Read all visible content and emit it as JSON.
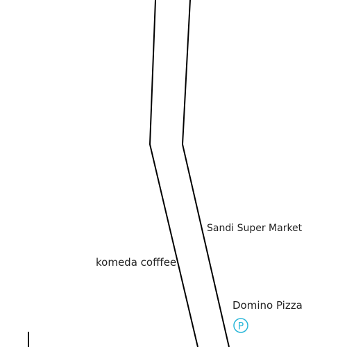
{
  "map": {
    "pois": [
      {
        "label": "Sandi Super Market"
      },
      {
        "label": "komeda cofffee"
      },
      {
        "label": "Domino Pizza"
      }
    ],
    "parking": {
      "symbol": "P",
      "color": "#29b6d8"
    },
    "colors": {
      "road_outline": "#000000",
      "background": "#ffffff"
    }
  }
}
